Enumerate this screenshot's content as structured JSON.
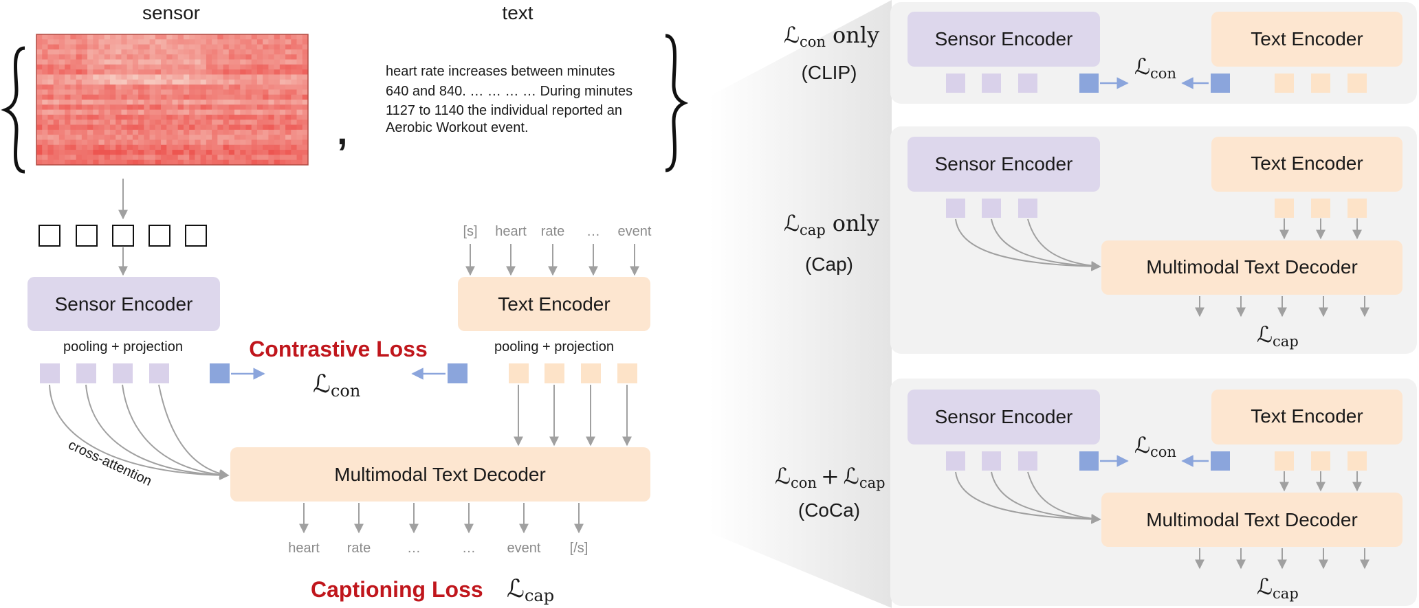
{
  "left": {
    "sensor_heading": "sensor",
    "text_heading": "text",
    "caption_text": "heart rate increases between minutes 640 and 840. … … … … During minutes 1127 to 1140 the individual reported an Aerobic Workout event.",
    "caption_lines": [
      "heart rate increases between minutes",
      "640 and 840. … … … … During minutes",
      "1127 to 1140 the individual reported an",
      "Aerobic Workout event."
    ],
    "comma": ",",
    "sensor_encoder": "Sensor Encoder",
    "text_encoder": "Text Encoder",
    "pooling_left": "pooling + projection",
    "pooling_right": "pooling + projection",
    "contrastive_title": "Contrastive Loss",
    "cross_attention": "cross-attention",
    "decoder": "Multimodal Text Decoder",
    "input_tokens": [
      "[s]",
      "heart",
      "rate",
      "…",
      "event"
    ],
    "output_tokens": [
      "heart",
      "rate",
      "…",
      "…",
      "event",
      "[/s]"
    ],
    "captioning_title": "Captioning Loss"
  },
  "losses": {
    "con_L": "ℒ",
    "con_sub": "con",
    "cap_L": "ℒ",
    "cap_sub": "cap",
    "only": "only",
    "plus": "+"
  },
  "right": {
    "clip_label": "(CLIP)",
    "cap_label": "(Cap)",
    "coca_label": "(CoCa)",
    "sensor_encoder": "Sensor Encoder",
    "text_encoder": "Text Encoder",
    "decoder": "Multimodal Text Decoder"
  },
  "colors": {
    "sensor_box": "#ddd7ec",
    "text_box": "#fde6d0",
    "sensor_token": "#d9d1ea",
    "text_token": "#fde3c8",
    "proj_token": "#8ba5dc",
    "panel_bg": "#f2f2f2",
    "accent_red": "#c0161c",
    "arrow_gray": "#a0a0a0",
    "arrow_blue": "#8ba5dc"
  }
}
